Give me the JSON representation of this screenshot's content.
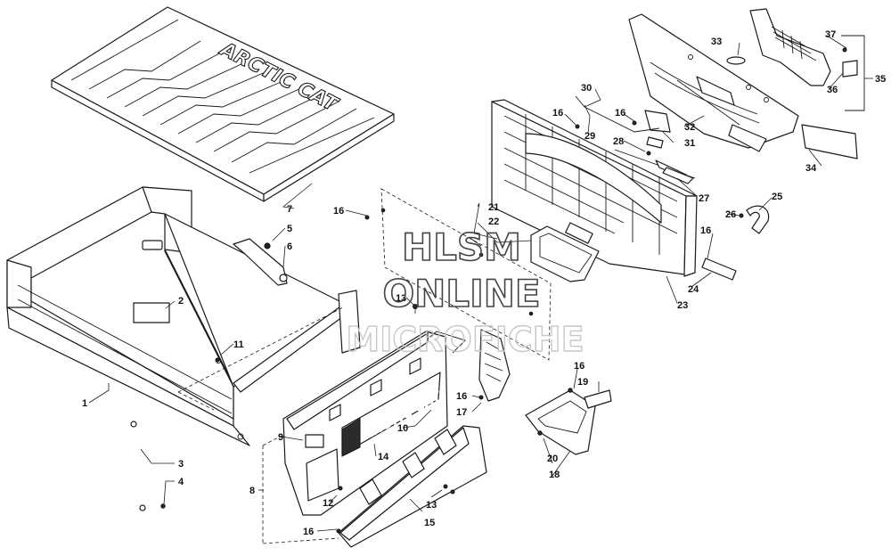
{
  "diagram": {
    "callouts": [
      "1",
      "2",
      "3",
      "4",
      "5",
      "6",
      "7",
      "8",
      "9",
      "10",
      "11",
      "12",
      "13",
      "13",
      "14",
      "15",
      "16",
      "16",
      "16",
      "16",
      "16",
      "16",
      "16",
      "17",
      "18",
      "19",
      "20",
      "21",
      "22",
      "23",
      "24",
      "25",
      "26",
      "27",
      "28",
      "29",
      "30",
      "31",
      "32",
      "33",
      "34",
      "35",
      "36",
      "37"
    ],
    "bed_floor_logo": "ARCTIC CAT",
    "tailgate_logo": "ARCTIC CAT"
  },
  "watermark": {
    "line1": "HLSM",
    "line2": "ONLINE",
    "line3": "MICROFICHE"
  }
}
